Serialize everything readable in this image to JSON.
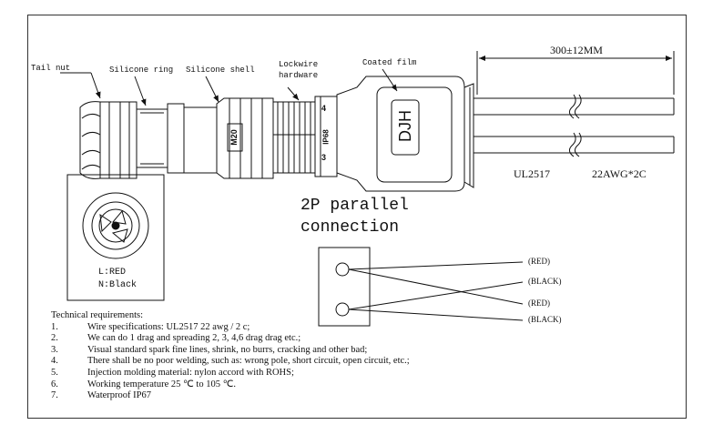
{
  "labels": {
    "tail_nut": "Tail  nut",
    "silicone_ring": "Silicone  ring",
    "silicone_shell": "Silicone  shell",
    "lockwire_1": "Lockwire",
    "lockwire_2": "hardware",
    "coated_film": "Coated film",
    "length": "300±12MM",
    "cable_spec_a": "UL2517",
    "cable_spec_b": "22AWG*2C",
    "m20": "M20",
    "ip68": "IP68",
    "pin4": "4",
    "pin3": "3",
    "brand": "DJH"
  },
  "pinout": {
    "l": "L:RED",
    "n": "N:Black"
  },
  "connection": {
    "title_1": "2P parallel",
    "title_2": "connection",
    "wires": [
      "(RED)",
      "(BLACK)",
      "(RED)",
      "(BLACK)"
    ]
  },
  "requirements": {
    "heading": "Technical requirements:",
    "items": [
      {
        "num": "1.",
        "text": "Wire specifications: UL2517 22 awg / 2 c;"
      },
      {
        "num": "2.",
        "text": "We can do 1 drag and spreading 2, 3, 4,6 drag drag  etc.;"
      },
      {
        "num": "3.",
        "text": "Visual standard spark fine lines, shrink, no burrs, cracking and other bad;"
      },
      {
        "num": "4.",
        "text": "There shall be no poor welding, such as: wrong pole, short circuit, open circuit, etc.;"
      },
      {
        "num": "5.",
        "text": "Injection molding material: nylon accord with ROHS;"
      },
      {
        "num": "6.",
        "text": "Working temperature 25 ℃ to 105 ℃."
      },
      {
        "num": "7.",
        "text": "Waterproof IP67"
      }
    ]
  }
}
